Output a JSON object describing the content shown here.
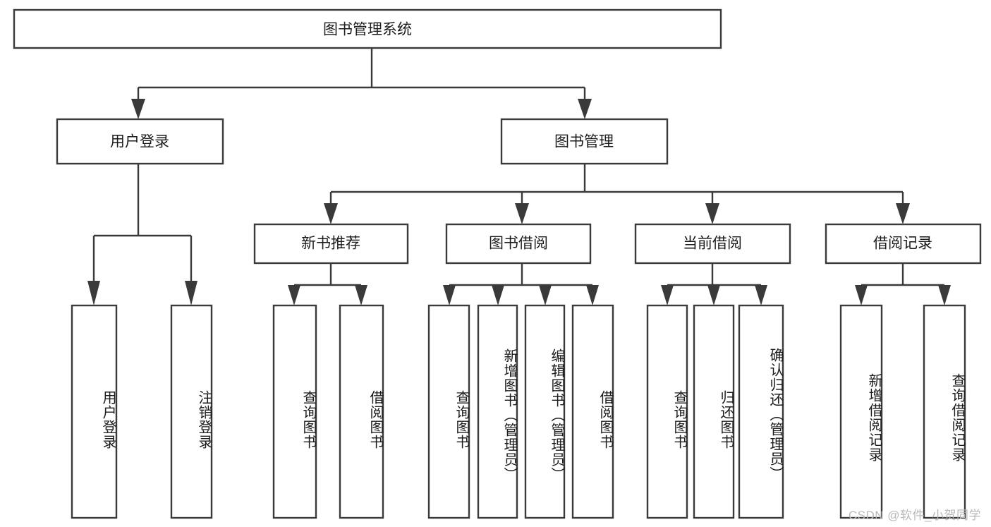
{
  "diagram": {
    "type": "tree",
    "title": "图书管理系统",
    "orientation": "top-down",
    "colors": {
      "stroke": "#3a3a3a",
      "box_fill": "#ffffff",
      "text": "#1b1b1b",
      "background": "#ffffff",
      "watermark": "#b9b9b9"
    },
    "levels": [
      {
        "level": 1,
        "nodes": [
          {
            "id": "root",
            "label": "图书管理系统",
            "text_direction": "horizontal"
          }
        ]
      },
      {
        "level": 2,
        "nodes": [
          {
            "id": "login",
            "label": "用户登录",
            "parent": "root",
            "text_direction": "horizontal"
          },
          {
            "id": "book-mgmt",
            "label": "图书管理",
            "parent": "root",
            "text_direction": "horizontal"
          }
        ]
      },
      {
        "level": 3,
        "nodes": [
          {
            "id": "new-book-rec",
            "label": "新书推荐",
            "parent": "book-mgmt",
            "text_direction": "horizontal"
          },
          {
            "id": "book-borrow",
            "label": "图书借阅",
            "parent": "book-mgmt",
            "text_direction": "horizontal"
          },
          {
            "id": "current-borrow",
            "label": "当前借阅",
            "parent": "book-mgmt",
            "text_direction": "horizontal"
          },
          {
            "id": "borrow-record",
            "label": "借阅记录",
            "parent": "book-mgmt",
            "text_direction": "horizontal"
          }
        ]
      },
      {
        "level": 4,
        "nodes": [
          {
            "id": "leaf-user-login",
            "label": "用户登录",
            "parent": "login",
            "text_direction": "vertical"
          },
          {
            "id": "leaf-logout",
            "label": "注销登录",
            "parent": "login",
            "text_direction": "vertical"
          },
          {
            "id": "leaf-rec-query",
            "label": "查询图书",
            "parent": "new-book-rec",
            "text_direction": "vertical"
          },
          {
            "id": "leaf-rec-borrow",
            "label": "借阅图书",
            "parent": "new-book-rec",
            "text_direction": "vertical"
          },
          {
            "id": "leaf-borrow-query",
            "label": "查询图书",
            "parent": "book-borrow",
            "text_direction": "vertical"
          },
          {
            "id": "leaf-borrow-add",
            "label": "新增图书（管理员）",
            "parent": "book-borrow",
            "text_direction": "vertical"
          },
          {
            "id": "leaf-borrow-edit",
            "label": "编辑图书（管理员）",
            "parent": "book-borrow",
            "text_direction": "vertical"
          },
          {
            "id": "leaf-borrow-lend",
            "label": "借阅图书",
            "parent": "book-borrow",
            "text_direction": "vertical"
          },
          {
            "id": "leaf-cur-query",
            "label": "查询图书",
            "parent": "current-borrow",
            "text_direction": "vertical"
          },
          {
            "id": "leaf-cur-return",
            "label": "归还图书",
            "parent": "current-borrow",
            "text_direction": "vertical"
          },
          {
            "id": "leaf-cur-confirm",
            "label": "确认归还（管理员）",
            "parent": "current-borrow",
            "text_direction": "vertical"
          },
          {
            "id": "leaf-rec-add",
            "label": "新增借阅记录",
            "parent": "borrow-record",
            "text_direction": "vertical"
          },
          {
            "id": "leaf-rec-search",
            "label": "查询借阅记录",
            "parent": "borrow-record",
            "text_direction": "vertical"
          }
        ]
      }
    ]
  },
  "watermark": {
    "text": "CSDN @软件_小贺同学"
  }
}
